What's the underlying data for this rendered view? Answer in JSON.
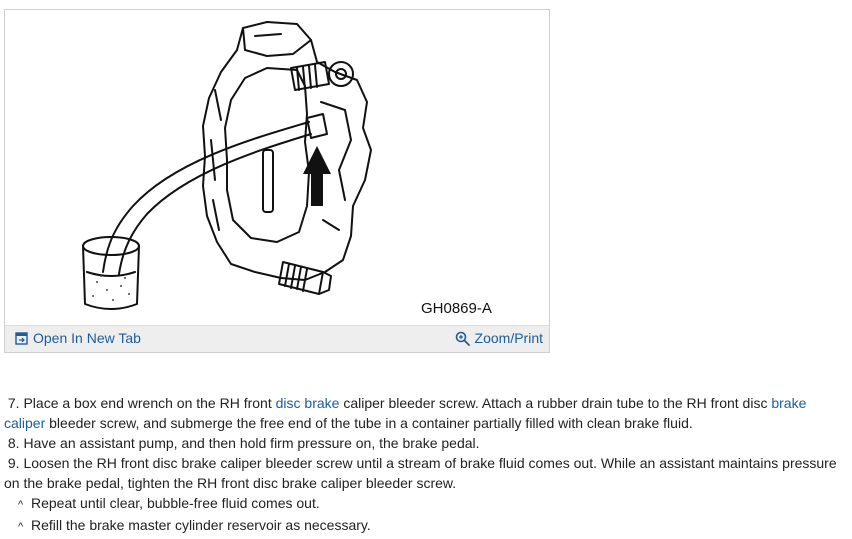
{
  "figure": {
    "code": "GH0869-A",
    "open_label": "Open In New Tab",
    "zoom_label": "Zoom/Print",
    "icons": [
      "open-in-new-tab-icon",
      "zoom-magnifier-icon"
    ]
  },
  "steps": [
    {
      "num": "7.",
      "t1": "Place a box end wrench on the RH front ",
      "l1": "disc brake",
      "t2": " caliper bleeder screw. Attach a rubber drain tube to the RH front disc ",
      "l2": "brake caliper",
      "t3": " bleeder screw, and submerge the free end of the tube in a container partially filled with clean brake fluid."
    },
    {
      "num": "8.",
      "text": "Have an assistant pump, and then hold firm pressure on, the brake pedal."
    },
    {
      "num": "9.",
      "text": "Loosen the RH front disc brake caliper bleeder screw until a stream of brake fluid comes out. While an assistant maintains pressure on the brake pedal, tighten the RH front disc brake caliper bleeder screw."
    }
  ],
  "substeps": [
    {
      "marker": "^",
      "text": "Repeat until clear, bubble-free fluid comes out."
    },
    {
      "marker": "^",
      "text": "Refill the brake master cylinder reservoir as necessary."
    }
  ],
  "colors": {
    "link": "#1d5d9a",
    "toolbar_bg": "#eeeeee"
  }
}
